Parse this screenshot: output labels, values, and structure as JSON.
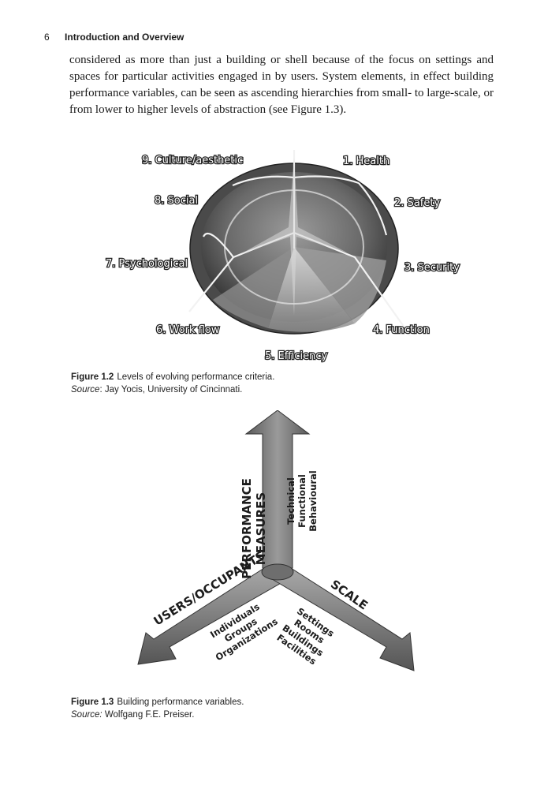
{
  "header": {
    "page_number": "6",
    "running_title": "Introduction and Overview"
  },
  "body": {
    "paragraph": "considered as more than just a building or shell because of the focus on settings and spaces for particular activities engaged in by users. System elements, in effect building performance variables, can be seen as ascending hierarchies from small- to large-scale, or from lower to higher levels of abstraction (see Figure 1.3)."
  },
  "figure_1_2": {
    "segments": [
      "1. Health",
      "2. Safety",
      "3. Security",
      "4. Function",
      "5. Efficiency",
      "6. Work flow",
      "7. Psychological",
      "8. Social",
      "9. Culture/aesthetic"
    ],
    "caption_label": "Figure 1.2",
    "caption_text": "Levels of evolving performance criteria.",
    "source_label": "Source",
    "source_text": ": Jay Yocis, University of Cincinnati.",
    "colors": {
      "wheel_dark": "#3a3a3a",
      "wheel_mid": "#7a7a7a",
      "wheel_light": "#c4c4c4"
    }
  },
  "figure_1_3": {
    "performance": {
      "title_line1": "PERFORMANCE",
      "title_line2": "MEASURES",
      "items": [
        "Technical",
        "Functional",
        "Behavioural"
      ]
    },
    "users": {
      "title": "USERS/OCCUPANTS",
      "items": [
        "Individuals",
        "Groups",
        "Organizations"
      ]
    },
    "scale": {
      "title": "SCALE",
      "items": [
        "Settings",
        "Rooms",
        "Buildings",
        "Facilities"
      ]
    },
    "caption_label": "Figure 1.3",
    "caption_text": "Building performance variables.",
    "source_label": "Source:",
    "source_text": "Wolfgang F.E. Preiser."
  }
}
